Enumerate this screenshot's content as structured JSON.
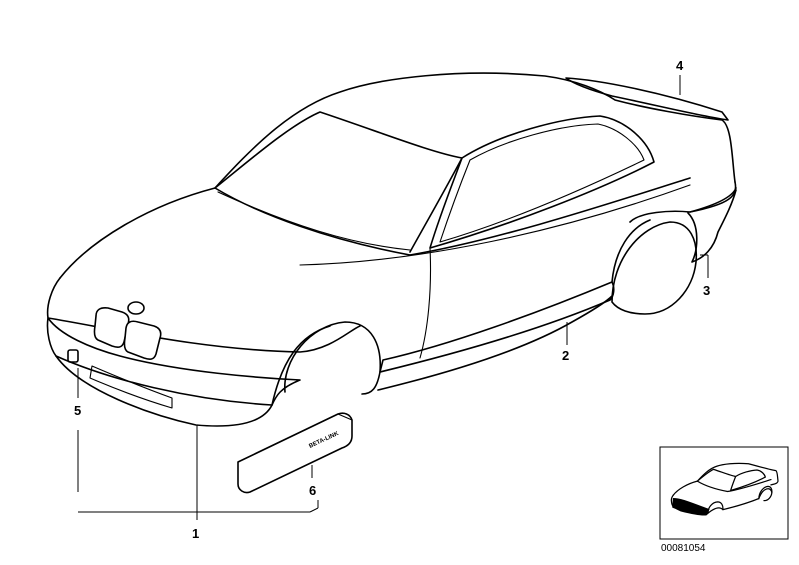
{
  "callouts": {
    "c1": "1",
    "c2": "2",
    "c3": "3",
    "c4": "4",
    "c5": "5",
    "c6": "6"
  },
  "badge_text": "BETA-LINK",
  "reference_number": "00081054",
  "line_color": "#000000",
  "background_color": "#ffffff"
}
